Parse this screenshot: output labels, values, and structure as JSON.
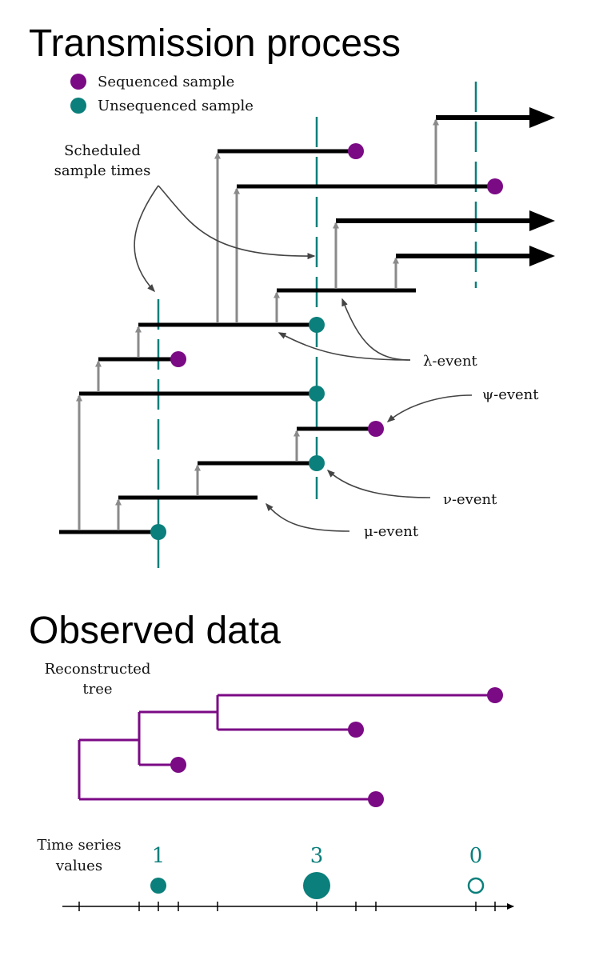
{
  "colors": {
    "sequenced": "#7b0a85",
    "unsequenced": "#0a7f7b",
    "lineage": "#000000",
    "transmission_arrow": "#8a8a8a",
    "annotation": "#444444"
  },
  "top": {
    "title": "Transmission process",
    "legend": {
      "sequenced": "Sequenced sample",
      "unsequenced": "Unsequenced sample"
    },
    "scheduled_label_line1": "Scheduled",
    "scheduled_label_line2": "sample times",
    "events": {
      "lambda": "λ-event",
      "psi": "ψ-event",
      "nu": "ν-event",
      "mu": "μ-event"
    }
  },
  "bottom": {
    "title": "Observed data",
    "tree_label_line1": "Reconstructed",
    "tree_label_line2": "tree",
    "ts_label_line1": "Time series",
    "ts_label_line2": "values",
    "time_series": [
      {
        "value": "1"
      },
      {
        "value": "3"
      },
      {
        "value": "0"
      }
    ]
  }
}
